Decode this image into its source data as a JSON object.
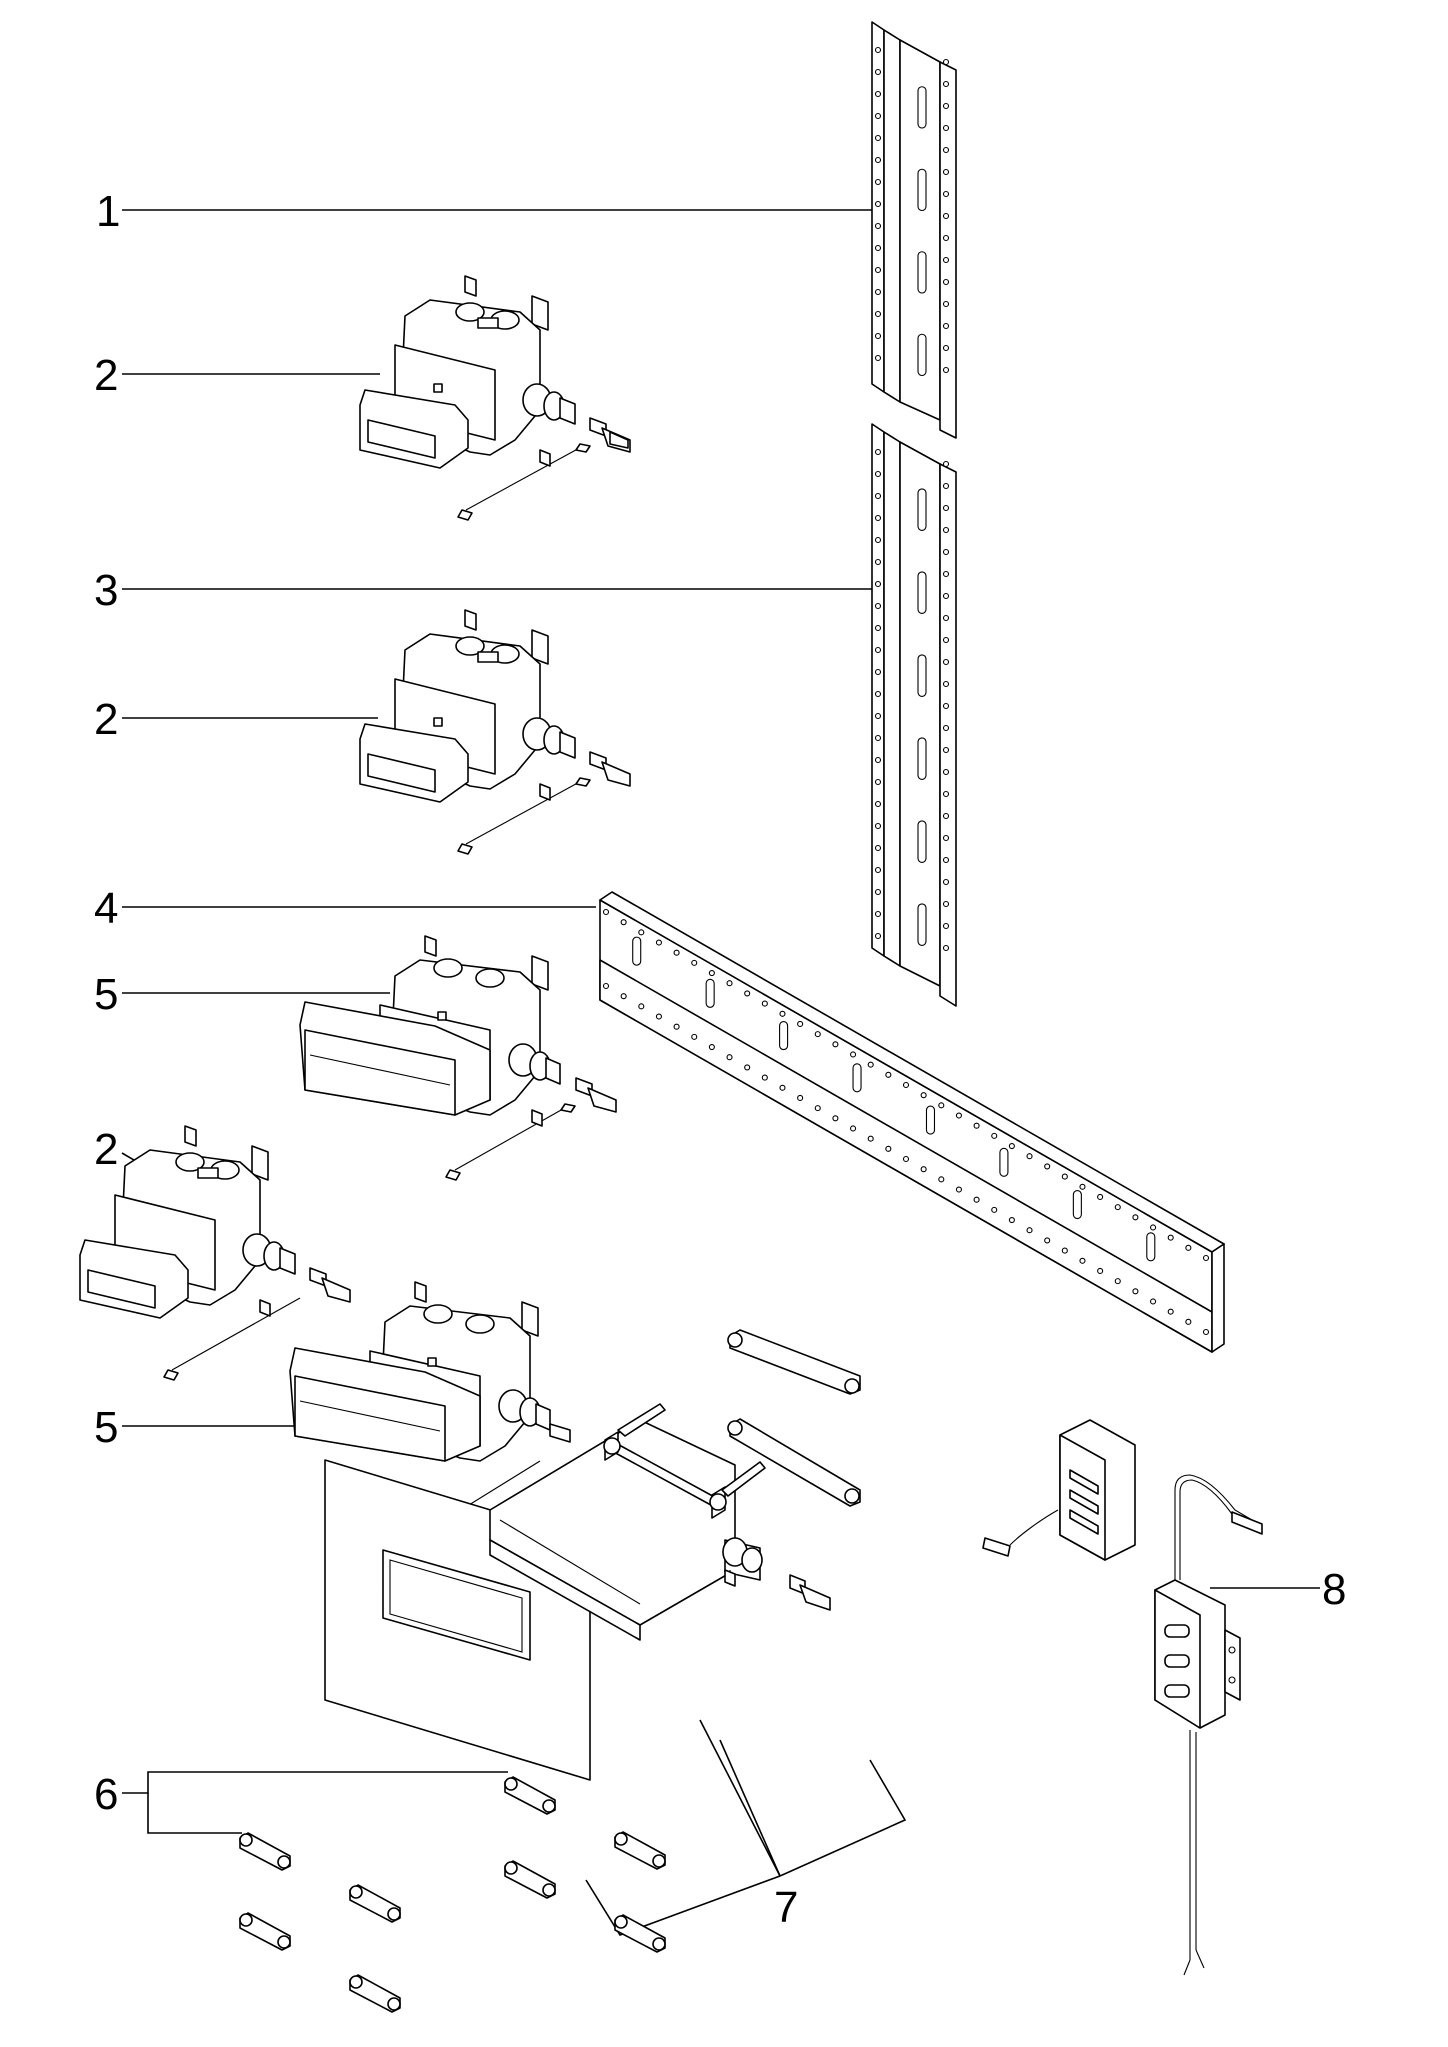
{
  "callouts": [
    {
      "id": "c1",
      "label": "1"
    },
    {
      "id": "c2a",
      "label": "2"
    },
    {
      "id": "c3",
      "label": "3"
    },
    {
      "id": "c2b",
      "label": "2"
    },
    {
      "id": "c4",
      "label": "4"
    },
    {
      "id": "c5a",
      "label": "5"
    },
    {
      "id": "c2c",
      "label": "2"
    },
    {
      "id": "c5b",
      "label": "5"
    },
    {
      "id": "c6",
      "label": "6"
    },
    {
      "id": "c7",
      "label": "7"
    },
    {
      "id": "c8",
      "label": "8"
    }
  ],
  "colors": {
    "ink": "#000000",
    "paper": "#ffffff"
  }
}
